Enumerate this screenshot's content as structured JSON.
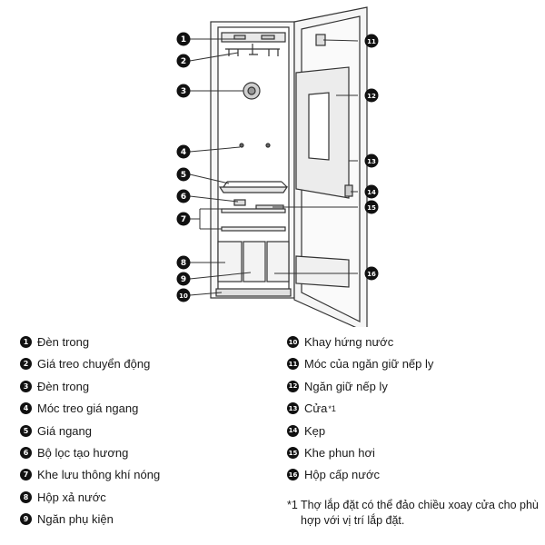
{
  "callouts": [
    {
      "n": "1",
      "label": "Đèn trong"
    },
    {
      "n": "2",
      "label": "Giá treo chuyển động"
    },
    {
      "n": "3",
      "label": "Đèn trong"
    },
    {
      "n": "4",
      "label": "Móc treo giá ngang"
    },
    {
      "n": "5",
      "label": "Giá ngang"
    },
    {
      "n": "6",
      "label": "Bộ lọc tạo hương"
    },
    {
      "n": "7",
      "label": "Khe lưu thông khí nóng"
    },
    {
      "n": "8",
      "label": "Hộp xả nước"
    },
    {
      "n": "9",
      "label": "Ngăn phụ kiện"
    },
    {
      "n": "10",
      "label": "Khay hứng nước"
    },
    {
      "n": "11",
      "label": "Móc của ngăn giữ nếp ly"
    },
    {
      "n": "12",
      "label": "Ngăn giữ nếp ly"
    },
    {
      "n": "13",
      "label": "Cửa",
      "sup": "*1"
    },
    {
      "n": "14",
      "label": "Kẹp"
    },
    {
      "n": "15",
      "label": "Khe phun hơi"
    },
    {
      "n": "16",
      "label": "Hộp cấp nước"
    }
  ],
  "footnote": {
    "mark": "*1",
    "text": "Thợ lắp đặt có thể đảo chiều xoay cửa cho phù hợp với vị trí lắp đặt."
  },
  "colors": {
    "line": "#333333",
    "fill_light": "#f3f3f3",
    "fill_mid": "#d9d9d9",
    "badge": "#111111"
  }
}
